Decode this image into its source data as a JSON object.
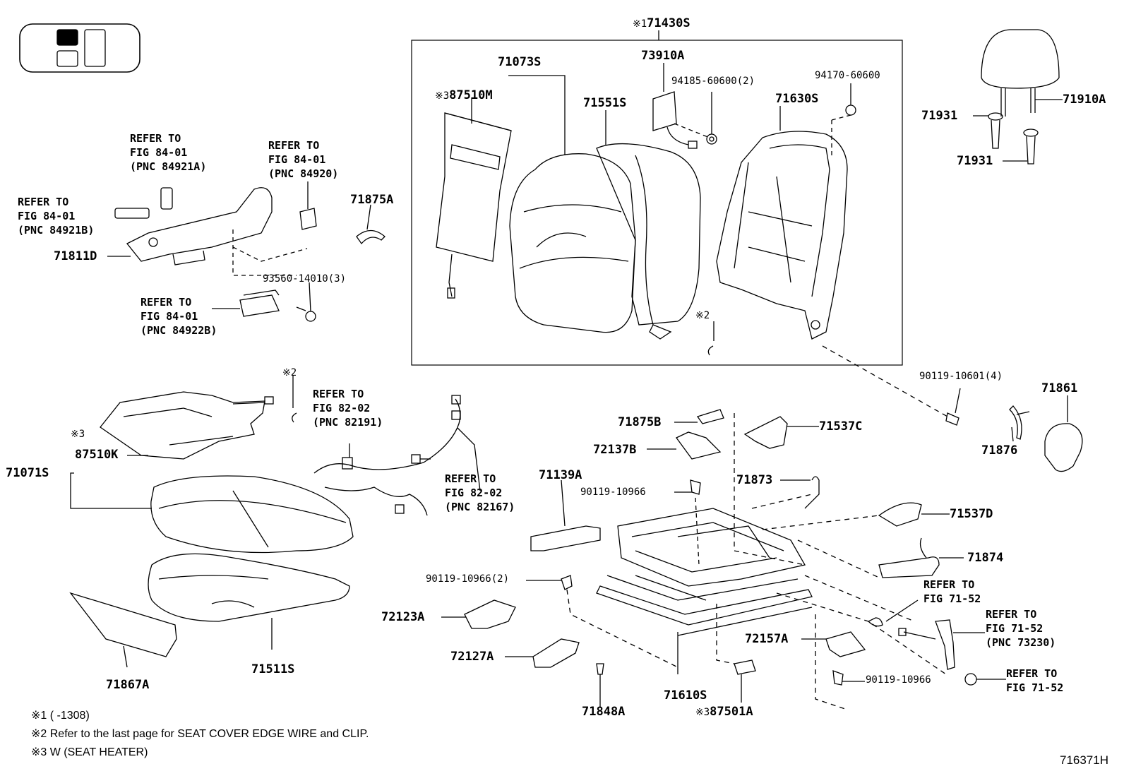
{
  "labels": {
    "p71430S": "71430S",
    "p71430S_mark": "※1",
    "p71073S": "71073S",
    "p87510M": "87510M",
    "p87510M_mark": "※3",
    "p73910A": "73910A",
    "p94185": "94185-60600(2)",
    "p94170": "94170-60600",
    "p71551S": "71551S",
    "p71630S": "71630S",
    "p71910A": "71910A",
    "p71931a": "71931",
    "p71931b": "71931",
    "p71875A": "71875A",
    "p71811D": "71811D",
    "p93560": "93560-14010(3)",
    "mark2_back": "※2",
    "p90119_10601": "90119-10601(4)",
    "p71861": "71861",
    "p71876": "71876",
    "mark2_cushion": "※2",
    "p87510K_mark": "※3",
    "p87510K": "87510K",
    "p71071S": "71071S",
    "p71875B": "71875B",
    "p71537C": "71537C",
    "p72137B": "72137B",
    "p71139A": "71139A",
    "p90119_10966a": "90119-10966",
    "p71873": "71873",
    "p71537D": "71537D",
    "p71874": "71874",
    "p90119_10966_2": "90119-10966(2)",
    "p72123A": "72123A",
    "p72127A": "72127A",
    "p71867A": "71867A",
    "p71511S": "71511S",
    "p72157A": "72157A",
    "p90119_10966b": "90119-10966",
    "p71848A": "71848A",
    "p71610S": "71610S",
    "p87501A_mark": "※3",
    "p87501A": "87501A"
  },
  "refs": {
    "ref_84921A": "REFER TO\nFIG 84-01\n(PNC 84921A)",
    "ref_84920": "REFER TO\nFIG 84-01\n(PNC 84920)",
    "ref_84921B": "REFER TO\nFIG 84-01\n(PNC 84921B)",
    "ref_84922B": "REFER TO\nFIG 84-01\n(PNC 84922B)",
    "ref_82191": "REFER TO\nFIG 82-02\n(PNC 82191)",
    "ref_82167": "REFER TO\nFIG 82-02\n(PNC 82167)",
    "ref_71_52a": "REFER TO\nFIG 71-52",
    "ref_73230": "REFER TO\nFIG 71-52\n(PNC 73230)",
    "ref_71_52b": "REFER TO\nFIG 71-52"
  },
  "notes": {
    "n1": "※1 (      -1308)",
    "n2": "※2 Refer to the last page for SEAT COVER EDGE WIRE and CLIP.",
    "n3": "※3 W (SEAT HEATER)"
  },
  "figure_id": "716371H"
}
